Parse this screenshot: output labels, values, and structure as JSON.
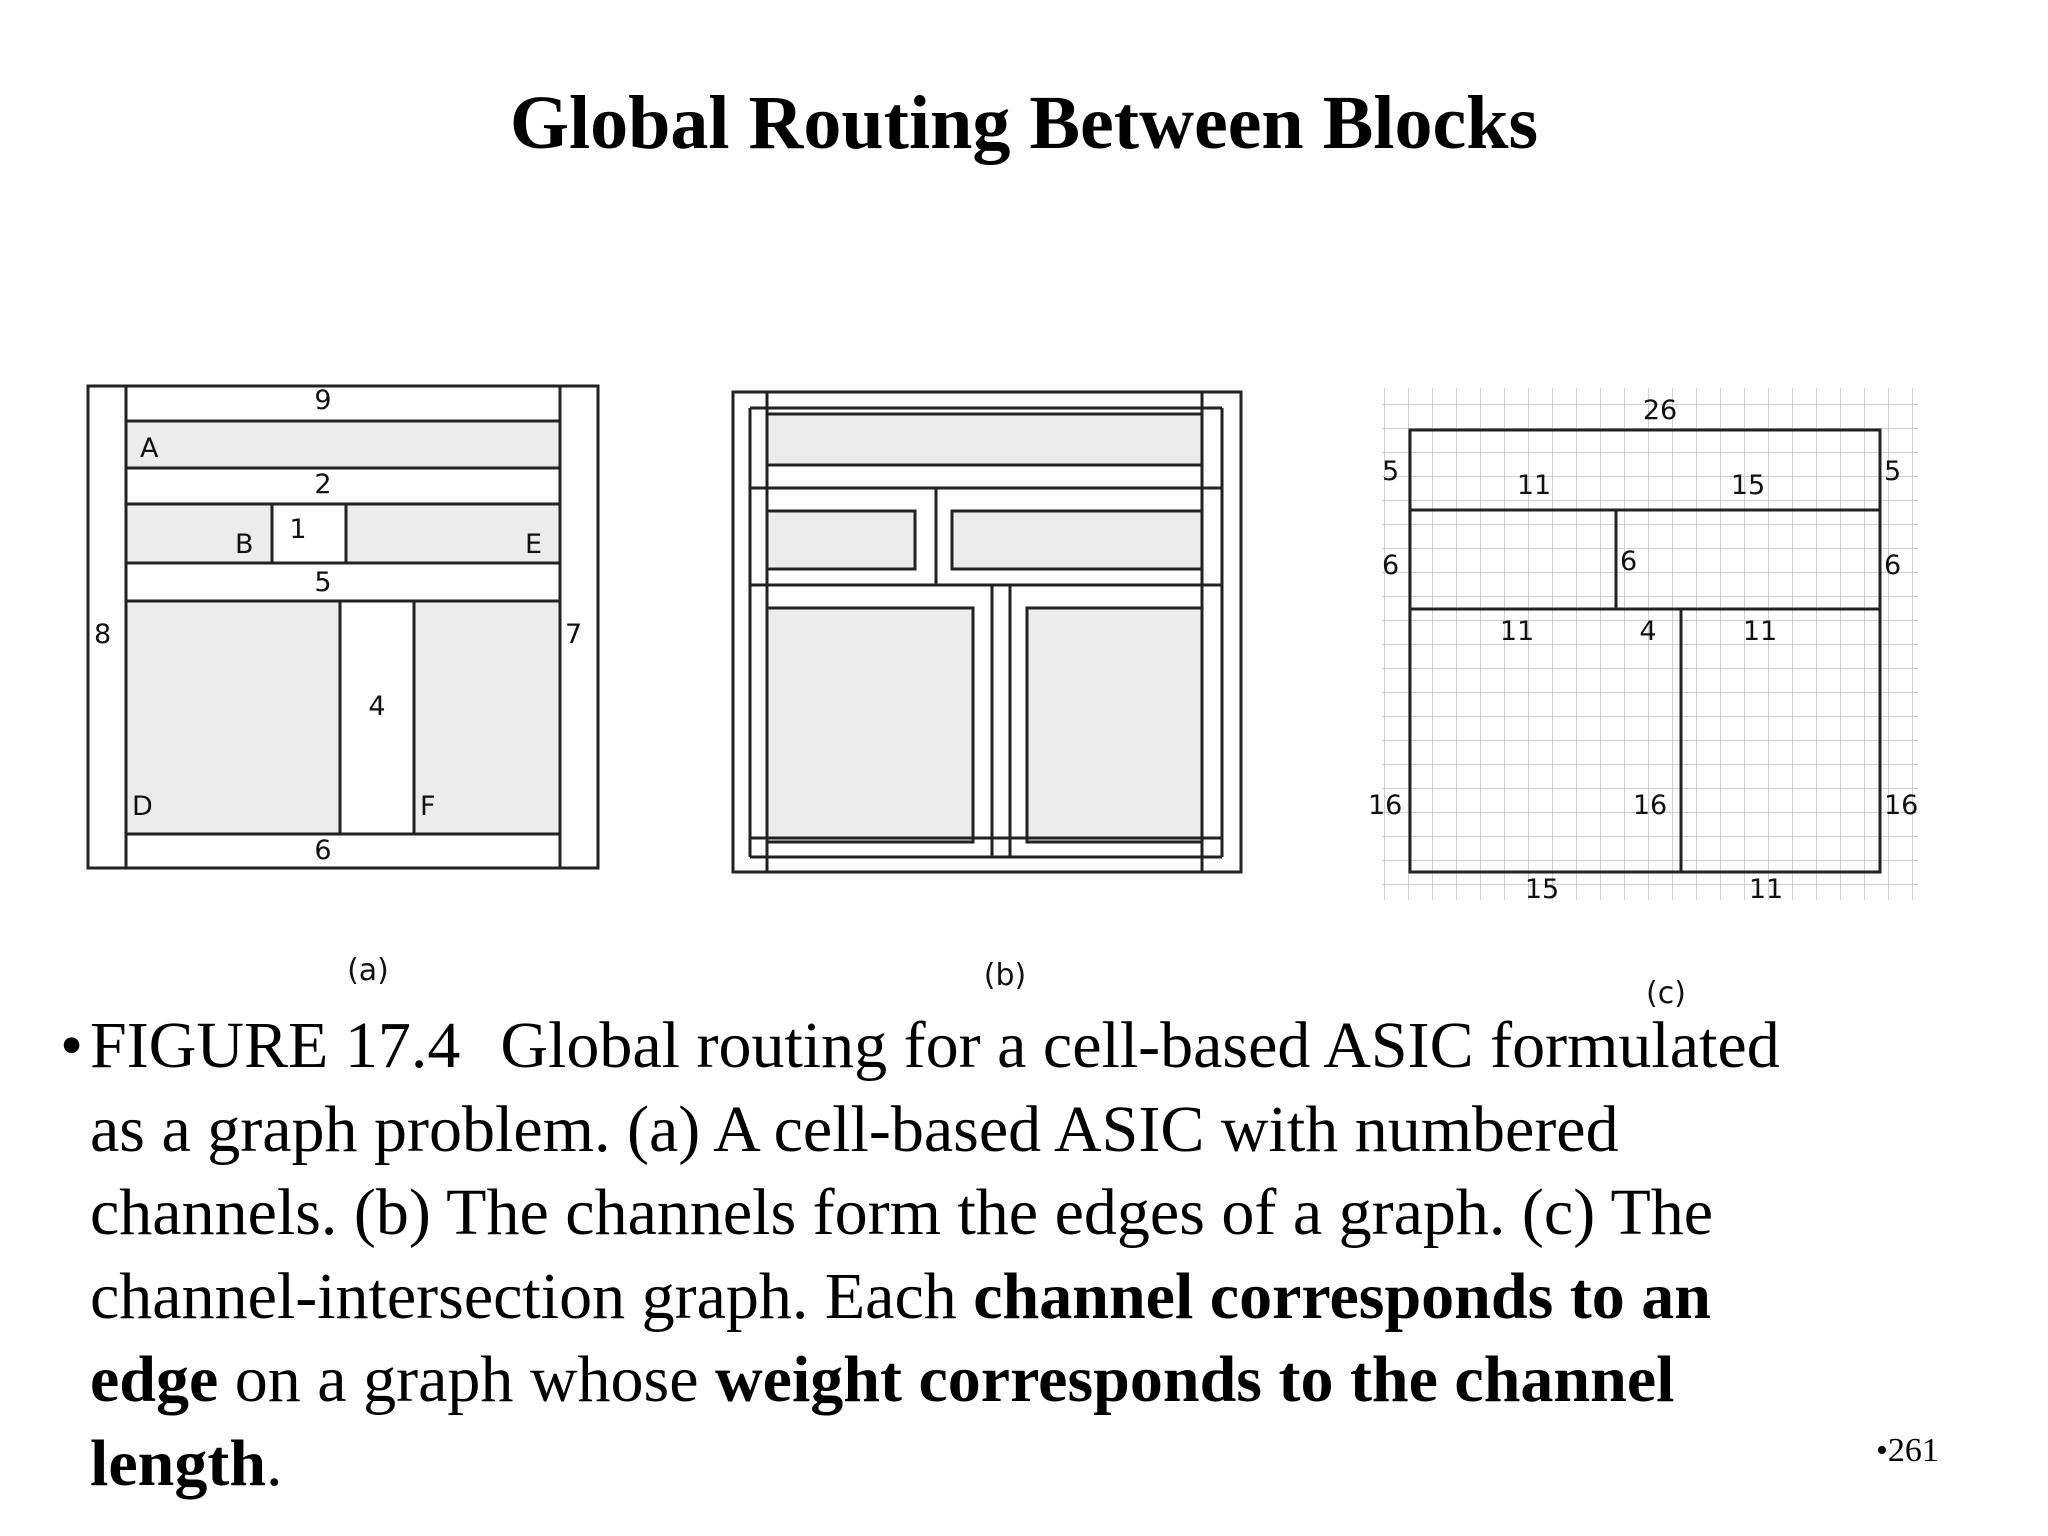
{
  "title": "Global Routing Between Blocks",
  "figure_a": {
    "subcaption": "(a)",
    "channel_labels": {
      "top": "9",
      "ch2": "2",
      "ch1": "1",
      "ch5": "5",
      "ch4": "4",
      "ch6": "6",
      "left": "8",
      "right": "7"
    },
    "block_labels": {
      "A": "A",
      "B": "B",
      "E": "E",
      "D": "D",
      "F": "F"
    }
  },
  "figure_b": {
    "subcaption": "(b)"
  },
  "figure_c": {
    "subcaption": "(c)",
    "edge_weights": {
      "top": "26",
      "left_top": "5",
      "right_top": "5",
      "row1_left": "11",
      "row1_right": "15",
      "left_mid": "6",
      "center_mid": "6",
      "right_mid": "6",
      "row2_left": "11",
      "row2_center": "4",
      "row2_right": "11",
      "left_low": "16",
      "center_low": "16",
      "right_low": "16",
      "bottom_left": "15",
      "bottom_right": "11"
    }
  },
  "caption": {
    "bullet": "•",
    "line1_a": "FIGURE 17.4",
    "line1_b": "Global routing for a cell-based ASIC formulated",
    "line2": "as a graph problem. (a) A cell-based ASIC with numbered",
    "line3": "channels. (b) The channels form the edges of a graph. (c) The",
    "line4_a": "channel-intersection graph. Each ",
    "line4_b": "channel corresponds to an",
    "line5_a": "edge",
    "line5_b": " on a graph whose ",
    "line5_c": "weight corresponds to the channel",
    "line6_a": "length",
    "line6_b": "."
  },
  "page_number": "•261"
}
